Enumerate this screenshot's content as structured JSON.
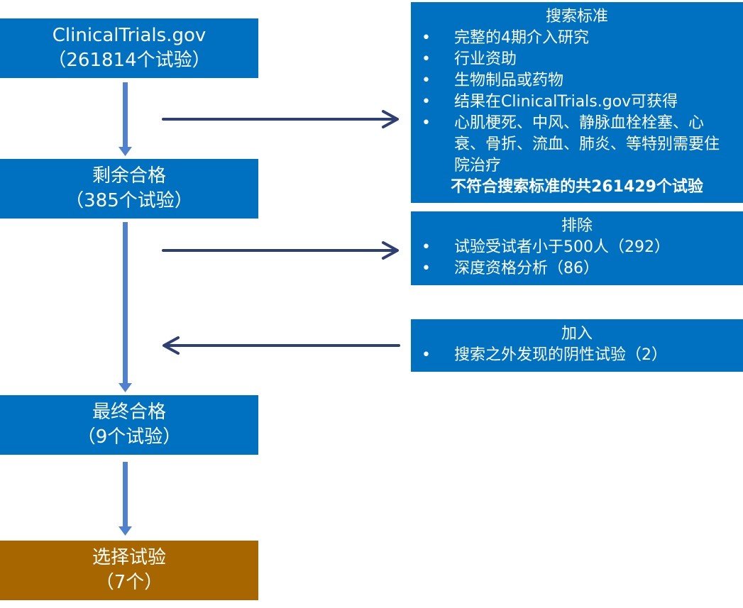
{
  "nodes": {
    "start": {
      "line1": "ClinicalTrials.gov",
      "line2": "（261814个试验）"
    },
    "remaining": {
      "line1": "剩余合格",
      "line2": "（385个试验）"
    },
    "final": {
      "line1": "最终合格",
      "line2": "（9个试验）"
    },
    "selected": {
      "line1": "选择试验",
      "line2": "（7个）"
    }
  },
  "criteria": {
    "title": "搜索标准",
    "bullet": "•",
    "items": [
      "完整的4期介入研究",
      "行业资助",
      "生物制品或药物",
      "结果在ClinicalTrials.gov可获得",
      "心肌梗死、中风、静脉血栓栓塞、心衰、骨折、流血、肺炎、等特别需要住院治疗"
    ],
    "summary": "不符合搜索标准的共261429个试验"
  },
  "exclusion": {
    "title": "排除",
    "bullet": "•",
    "items": [
      "试验受试者小于500人（292）",
      "深度资格分析（86）"
    ]
  },
  "addition": {
    "title": "加入",
    "bullet": "•",
    "items": [
      "搜索之外发现的阴性试验（2）"
    ]
  },
  "colors": {
    "box_blue": "#0070c0",
    "box_brown": "#a86600",
    "down_arrow": "#4f81d0",
    "side_arrow": "#2e3f73"
  }
}
